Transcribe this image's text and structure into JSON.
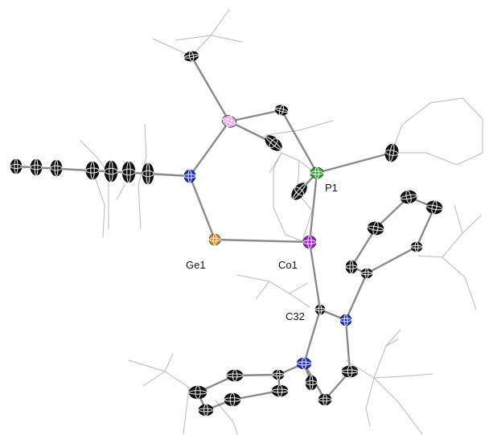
{
  "atom_labels": {
    "ge": "Ge1",
    "co": "Co1",
    "p": "P1",
    "c": "C32"
  },
  "colors": {
    "carbon": "#111111",
    "nitrogen": "#1e2ec8",
    "germanium": "#d9891e",
    "cobalt": "#9c1fd1",
    "phosphorus": "#2ea52e",
    "silicon": "#e8a6e4",
    "bond": "#8a8a8a",
    "wireframe": "#b8b8b8"
  }
}
